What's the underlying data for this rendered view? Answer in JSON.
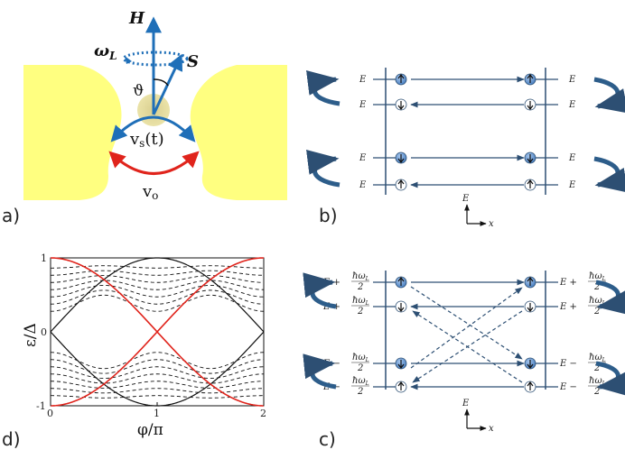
{
  "panels": {
    "a": {
      "label": "a)",
      "field": "H",
      "larmor": "ω",
      "larmor_sub": "L",
      "spin": "S",
      "angle": "ϑ",
      "vs_main": "v",
      "vs_sub": "s",
      "vs_arg": "(t)",
      "vo_main": "v",
      "vo_sub": "o"
    },
    "b": {
      "label": "b)",
      "level_label": "E",
      "axis_y": "E",
      "axis_x": "x"
    },
    "c": {
      "label": "c)",
      "levels": {
        "E_plus": "E + ",
        "E_minus": "E − ",
        "frac_num": "ħω",
        "frac_sub": "L",
        "frac_den": "2"
      },
      "axis_y": "E",
      "axis_x": "x"
    },
    "d": {
      "label": "d)",
      "xlabel": "φ/π",
      "ylabel": "ε/Δ",
      "xticks": [
        "0",
        "1",
        "2"
      ],
      "yticks": [
        "1",
        "0",
        "-1"
      ]
    }
  },
  "colors": {
    "electrode": "#ffff80",
    "arrow_blue": "#1f6fb8",
    "arc_red": "#e0241c",
    "level_line": "#2d4f73",
    "dot_fill": "#6f9fd6"
  },
  "chart_data": {
    "type": "line",
    "x_range": [
      0,
      2
    ],
    "y_range": [
      -1,
      1
    ],
    "xlabel": "φ/π",
    "ylabel": "ε/Δ",
    "series": [
      {
        "style": "solid-red",
        "formula": "±cos(πx/2)",
        "x": [
          0,
          0.25,
          0.5,
          0.75,
          1,
          1.25,
          1.5,
          1.75,
          2
        ],
        "y": [
          1,
          0.924,
          0.707,
          0.383,
          0,
          -0.383,
          -0.707,
          -0.924,
          -1
        ]
      },
      {
        "style": "solid-black",
        "formula": "±sin(πx/2)",
        "x": [
          0,
          0.25,
          0.5,
          0.75,
          1,
          1.25,
          1.5,
          1.75,
          2
        ],
        "y": [
          0,
          0.383,
          0.707,
          0.924,
          1,
          0.924,
          0.707,
          0.383,
          0
        ]
      }
    ],
    "dashed_levels_count": 7
  }
}
